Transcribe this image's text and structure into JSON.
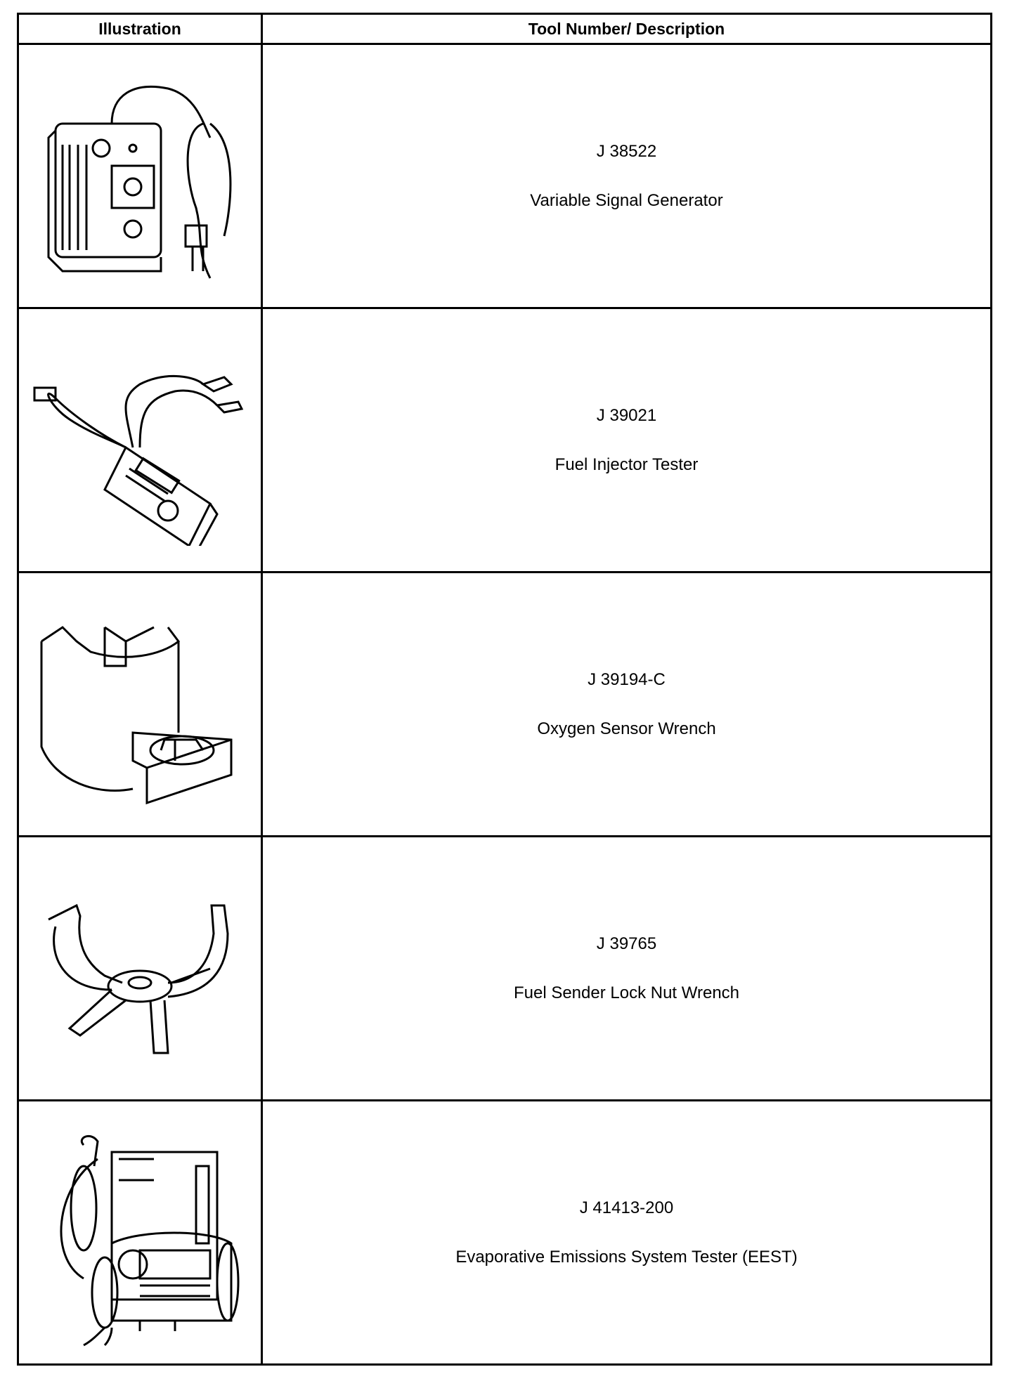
{
  "table": {
    "headers": [
      "Illustration",
      "Tool Number/ Description"
    ],
    "rows": [
      {
        "tool_number": "J 38522",
        "description": "Variable Signal Generator",
        "illustration_icon": "variable-signal-generator-icon"
      },
      {
        "tool_number": "J 39021",
        "description": "Fuel Injector Tester",
        "illustration_icon": "fuel-injector-tester-icon"
      },
      {
        "tool_number": "J 39194-C",
        "description": "Oxygen Sensor Wrench",
        "illustration_icon": "oxygen-sensor-wrench-icon"
      },
      {
        "tool_number": "J 39765",
        "description": "Fuel Sender Lock Nut Wrench",
        "illustration_icon": "fuel-sender-lock-nut-wrench-icon"
      },
      {
        "tool_number": "J 41413-200",
        "description": "Evaporative Emissions System Tester (EEST)",
        "illustration_icon": "evaporative-emissions-system-tester-icon"
      }
    ]
  }
}
